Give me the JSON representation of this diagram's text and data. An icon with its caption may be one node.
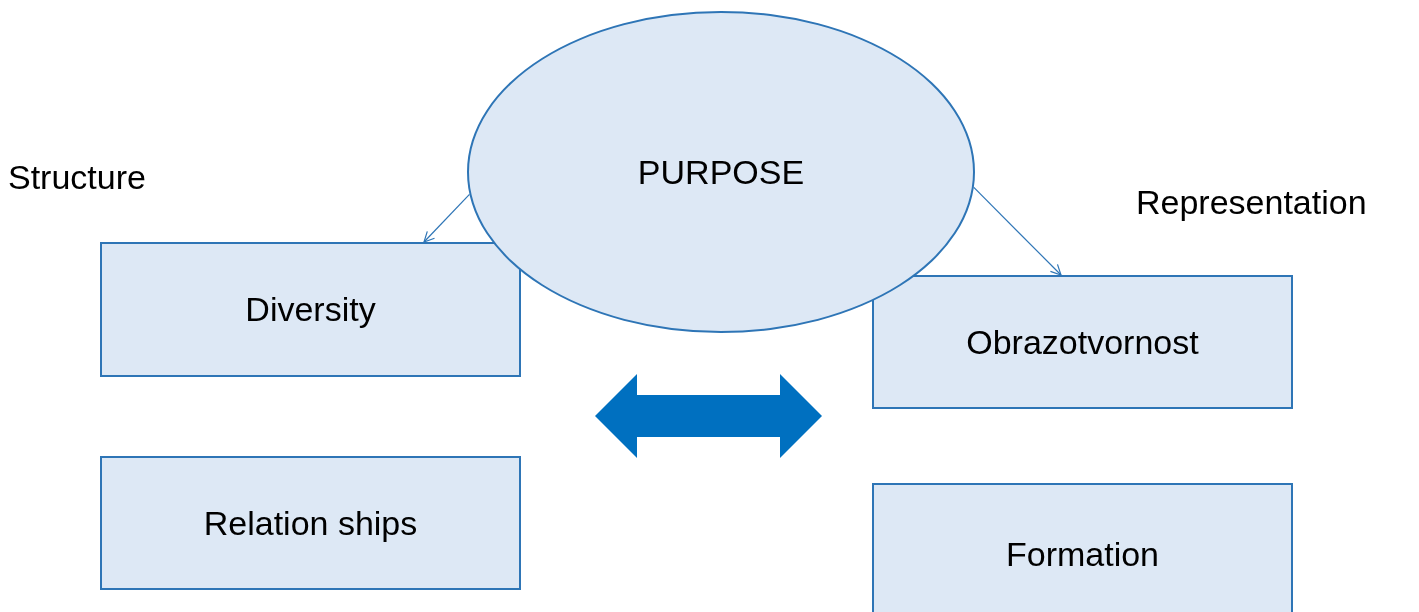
{
  "diagram": {
    "nodes": [
      {
        "text": [
          "PURPOSE"
        ]
      },
      {
        "text": [
          "Diversity"
        ]
      },
      {
        "text": [
          "Obrazotvornost"
        ]
      },
      {
        "text": [
          "Relation ships"
        ]
      },
      {
        "text": [
          "Formation"
        ]
      }
    ],
    "edges": [
      {
        "from": 0,
        "to": 1,
        "arrow": "to"
      },
      {
        "from": 0,
        "to": 2,
        "arrow": "to"
      },
      {
        "from": 1,
        "to": 2,
        "arrow": "both",
        "style": "thick",
        "color": "#0070c0"
      }
    ],
    "labels": [
      "Structure",
      "Representation"
    ]
  }
}
